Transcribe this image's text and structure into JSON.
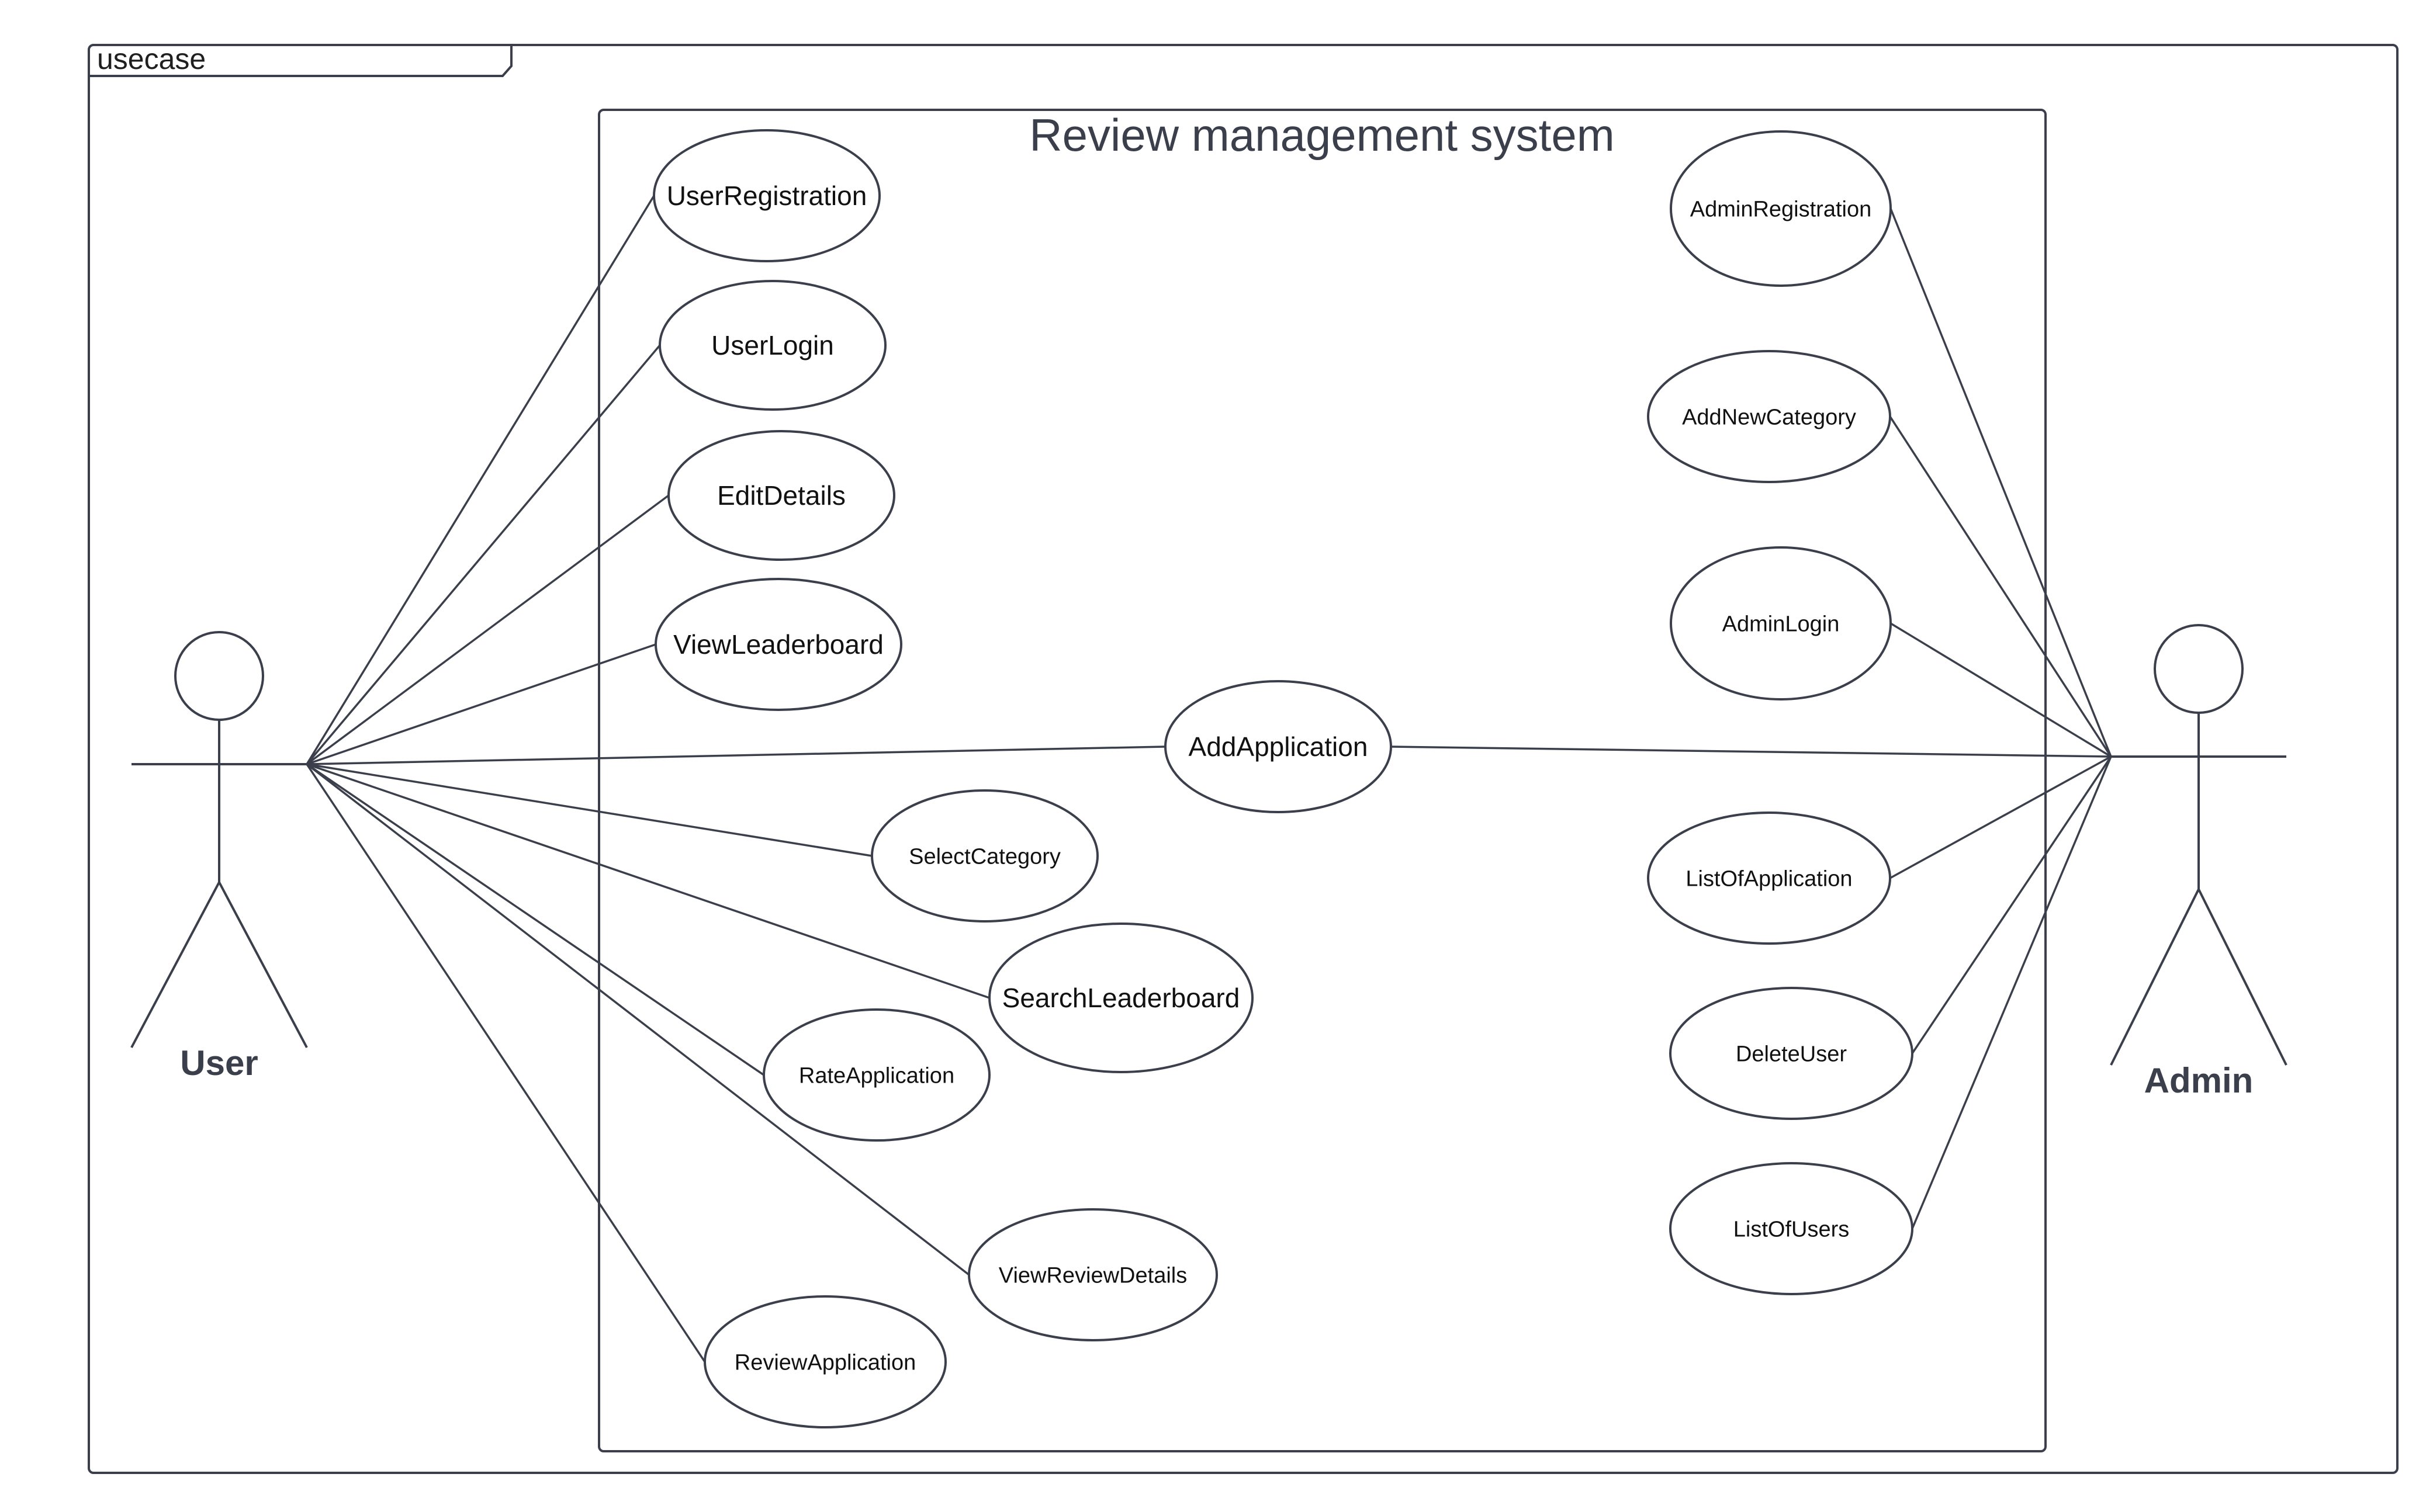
{
  "frame": {
    "label": "usecase"
  },
  "system": {
    "title": "Review management system"
  },
  "actors": {
    "user": {
      "name": "User"
    },
    "admin": {
      "name": "Admin"
    }
  },
  "use_cases": {
    "user_registration": "UserRegistration",
    "user_login": "UserLogin",
    "edit_details": "EditDetails",
    "view_leaderboard": "ViewLeaderboard",
    "add_application": "AddApplication",
    "select_category": "SelectCategory",
    "search_leaderboard": "SearchLeaderboard",
    "rate_application": "RateApplication",
    "view_review_details": "ViewReviewDetails",
    "review_application": "ReviewApplication",
    "admin_registration": "AdminRegistration",
    "add_new_category": "AddNewCategory",
    "admin_login": "AdminLogin",
    "list_of_application": "ListOfApplication",
    "delete_user": "DeleteUser",
    "list_of_users": "ListOfUsers"
  },
  "associations": {
    "user": [
      "user_registration",
      "user_login",
      "edit_details",
      "view_leaderboard",
      "add_application",
      "select_category",
      "search_leaderboard",
      "rate_application",
      "view_review_details",
      "review_application"
    ],
    "admin": [
      "admin_registration",
      "add_new_category",
      "admin_login",
      "add_application",
      "list_of_application",
      "delete_user",
      "list_of_users"
    ]
  },
  "colors": {
    "stroke": "#3a3f4b",
    "text": "#111111",
    "background": "#ffffff"
  }
}
